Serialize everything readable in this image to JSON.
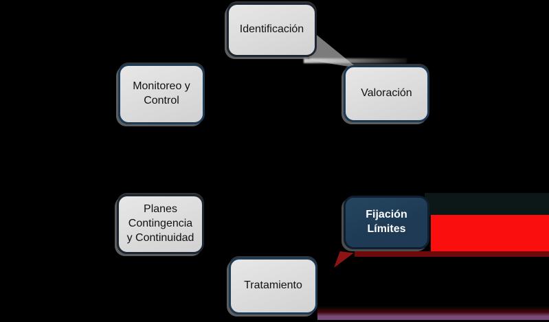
{
  "colors": {
    "background": "#000000",
    "node_fill": "#d9d9d9",
    "node_border": "#1d3a57",
    "node_text": "#111111",
    "highlight_fill": "#1e3a55",
    "highlight_border": "#0d1f31",
    "highlight_text": "#ffffff",
    "red_accent": "#fb0e0e",
    "dark_red": "#8c1414",
    "maroon_strip": "#6f0a0a",
    "purple_stripe": "#7a4a78",
    "teal_shadow": "#0c1818",
    "shadow_gray": "#8c8c8c"
  },
  "diagram": {
    "type": "cycle",
    "nodes": [
      {
        "id": "identificacion",
        "lines": [
          "Identificación"
        ],
        "highlighted": false
      },
      {
        "id": "valoracion",
        "lines": [
          "Valoración"
        ],
        "highlighted": false
      },
      {
        "id": "fijacion-limites",
        "lines": [
          "Fijación",
          "Límites"
        ],
        "highlighted": true
      },
      {
        "id": "tratamiento",
        "lines": [
          "Tratamiento"
        ],
        "highlighted": false
      },
      {
        "id": "planes",
        "lines": [
          "Planes",
          "Contingencia",
          "y Continuidad"
        ],
        "highlighted": false
      },
      {
        "id": "monitoreo",
        "lines": [
          "Monitoreo y",
          "Control"
        ],
        "highlighted": false
      }
    ]
  }
}
